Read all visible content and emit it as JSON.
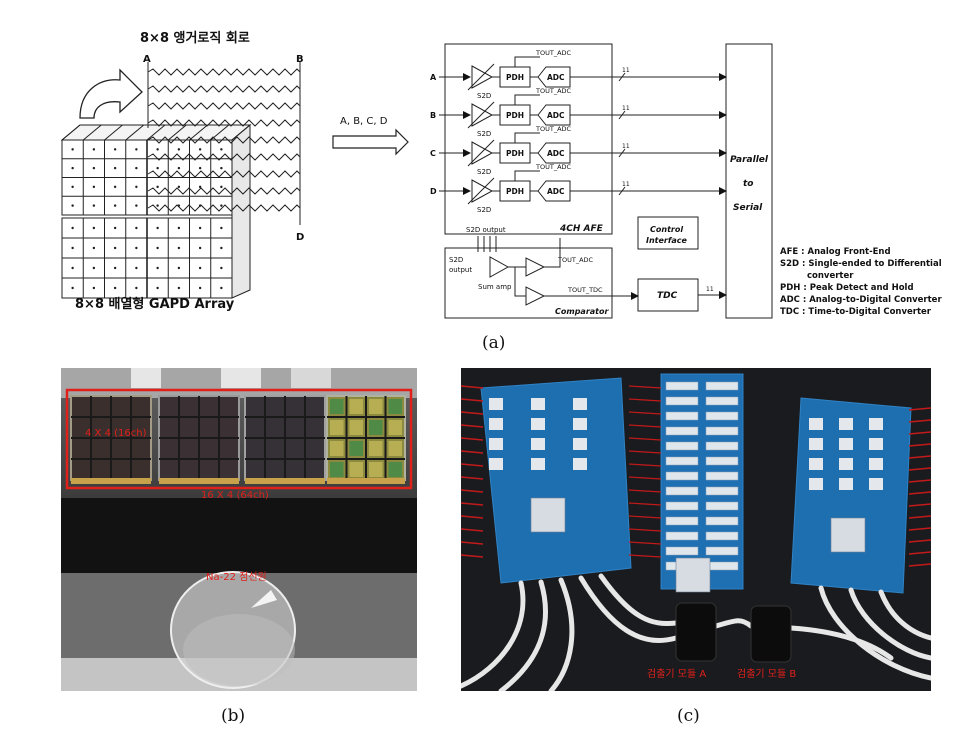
{
  "figure_a": {
    "array_title": "8×8 앵거로직 회로",
    "array_caption": "8×8 배열형 GAPD Array",
    "node_a": "A",
    "node_b": "B",
    "node_d": "D",
    "arrow_label": "A, B, C, D",
    "channels": [
      "A",
      "B",
      "C",
      "D"
    ],
    "s2d": "S2D",
    "pdh": "PDH",
    "adc": "ADC",
    "tout_adc": "TOUT_ADC",
    "tout_tdc": "TOUT_TDC",
    "bus_width": "11",
    "afe_label": "4CH AFE",
    "s2d_output_top": "S2D output",
    "s2d_output_side": "S2D\noutput",
    "sum_amp": "Sum amp",
    "comparator": "Comparator",
    "control_interface": "Control\nInterface",
    "tdc": "TDC",
    "serializer": [
      "Parallel",
      "to",
      "Serial"
    ],
    "legend": [
      "AFE : Analog Front-End",
      "S2D : Single-ended to Differential",
      "converter",
      "PDH : Peak Detect and Hold",
      "ADC : Analog-to-Digital Converter",
      "TDC : Time-to-Digital Converter"
    ],
    "caption": "(a)"
  },
  "figure_b": {
    "label_4x4": "4 X 4 (16ch)",
    "label_16x4": "16 X 4 (64ch)",
    "source_label": "Na-22 점선원",
    "caption": "(b)"
  },
  "figure_c": {
    "module_a": "검출기 모듈 A",
    "module_b": "검출기 모듈 B",
    "caption": "(c)"
  },
  "colors": {
    "annotation_red": "#e0201a",
    "pcb_blue": "#1e6fb0",
    "ink": "#111111"
  }
}
